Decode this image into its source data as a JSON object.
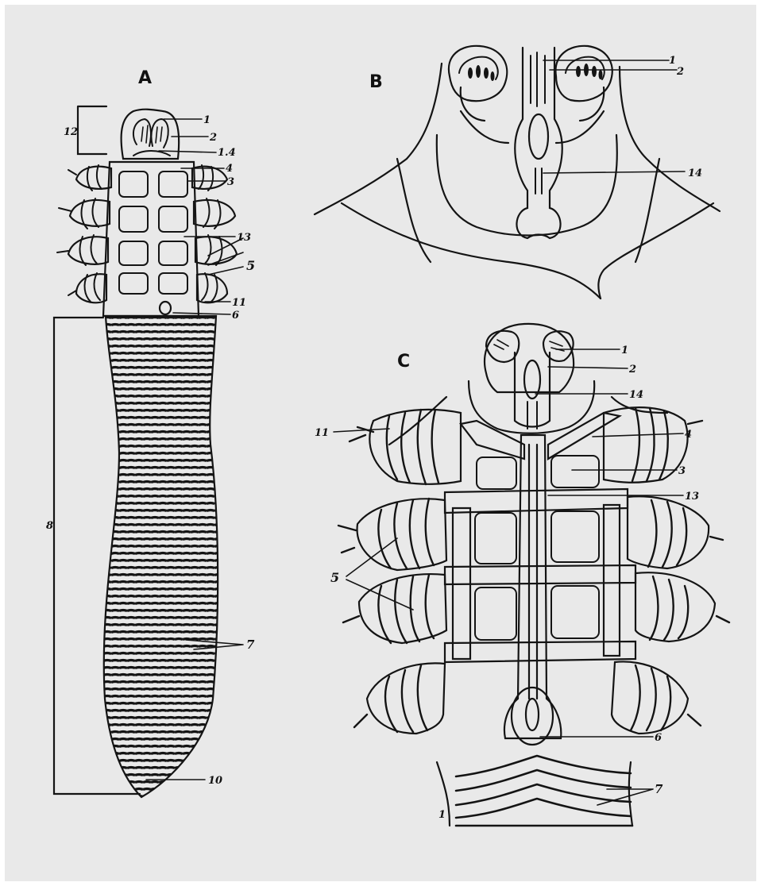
{
  "panels": {
    "a": {
      "letter": "A",
      "labels": {
        "l1": "1",
        "l2": "2",
        "l14": "1.4",
        "l4": "4",
        "l3": "3",
        "l13": "13",
        "l5": "5",
        "l11": "11",
        "l6": "6",
        "l7": "7",
        "l10": "10",
        "l12": "12",
        "l8": "8"
      }
    },
    "b": {
      "letter": "B",
      "labels": {
        "l1": "1",
        "l2": "2",
        "l14": "14"
      }
    },
    "c": {
      "letter": "C",
      "labels": {
        "l1": "1",
        "l2": "2",
        "l14": "14",
        "l4": "4",
        "l3": "3",
        "l13": "13",
        "l11": "11",
        "l5": "5",
        "l6": "6",
        "l7": "7",
        "l1b": "1"
      }
    }
  },
  "colors": {
    "background": "#e9e9e9",
    "ink": "#141414",
    "page": "#ffffff"
  }
}
